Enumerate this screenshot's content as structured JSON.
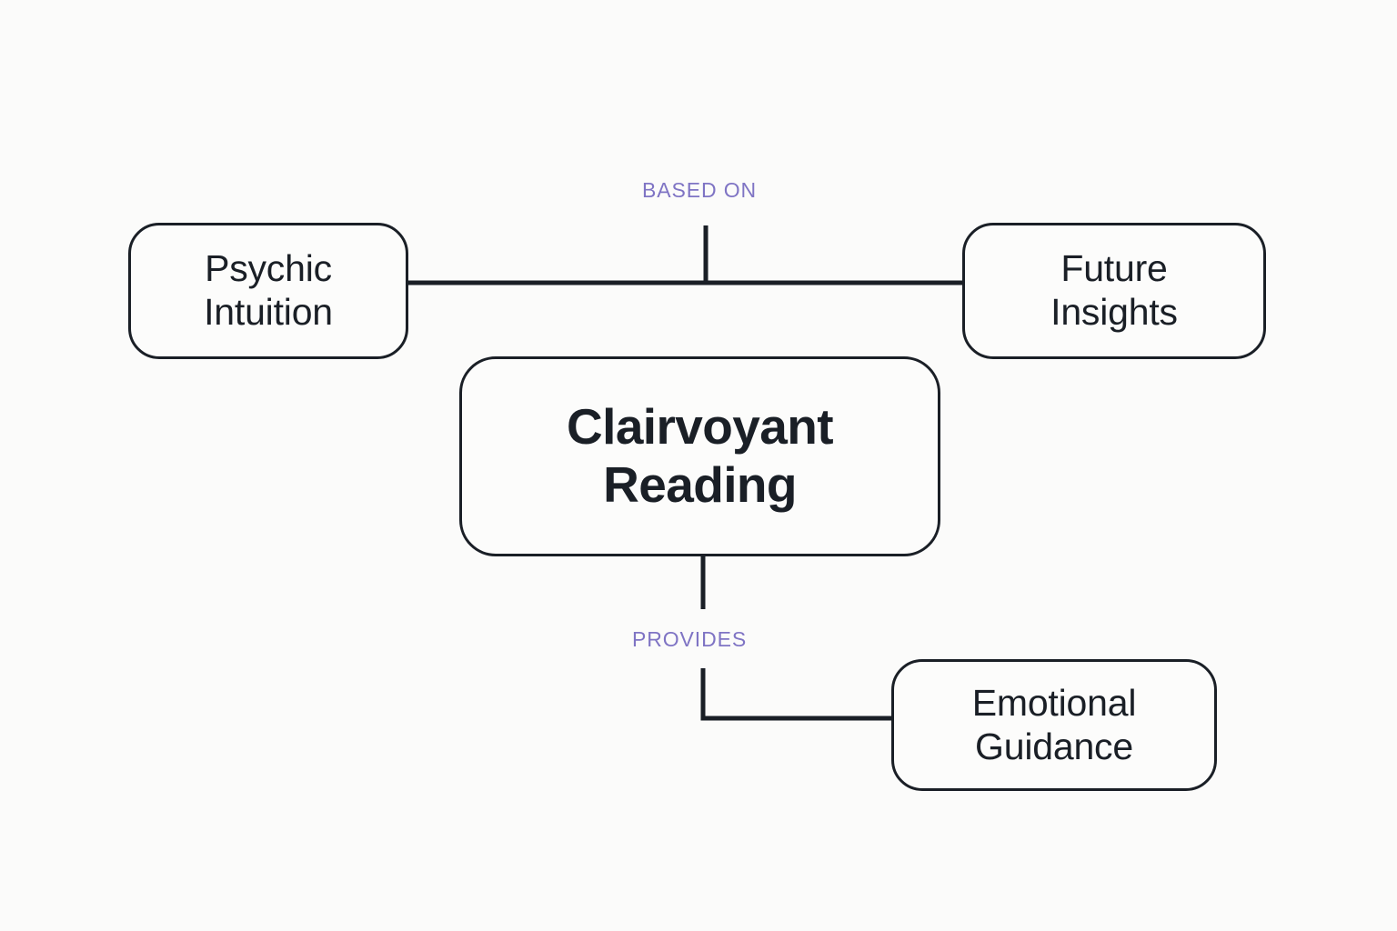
{
  "diagram": {
    "background_color": "#fbfbfa",
    "node_border_color": "#1a1f26",
    "node_fill_color": "#fcfcfb",
    "edge_color": "#1a1f26",
    "edge_label_color": "#7f74c4",
    "nodes": [
      {
        "id": "psychic-intuition",
        "label": "Psychic\nIntuition",
        "role": "source"
      },
      {
        "id": "future-insights",
        "label": "Future\nInsights",
        "role": "target"
      },
      {
        "id": "clairvoyant-reading",
        "label": "Clairvoyant\nReading",
        "role": "central"
      },
      {
        "id": "emotional-guidance",
        "label": "Emotional\nGuidance",
        "role": "target"
      }
    ],
    "edges": [
      {
        "id": "based-on",
        "label": "BASED ON",
        "from": "psychic-intuition",
        "to": "future-insights"
      },
      {
        "id": "provides",
        "label": "PROVIDES",
        "from": "clairvoyant-reading",
        "to": "emotional-guidance"
      }
    ]
  }
}
